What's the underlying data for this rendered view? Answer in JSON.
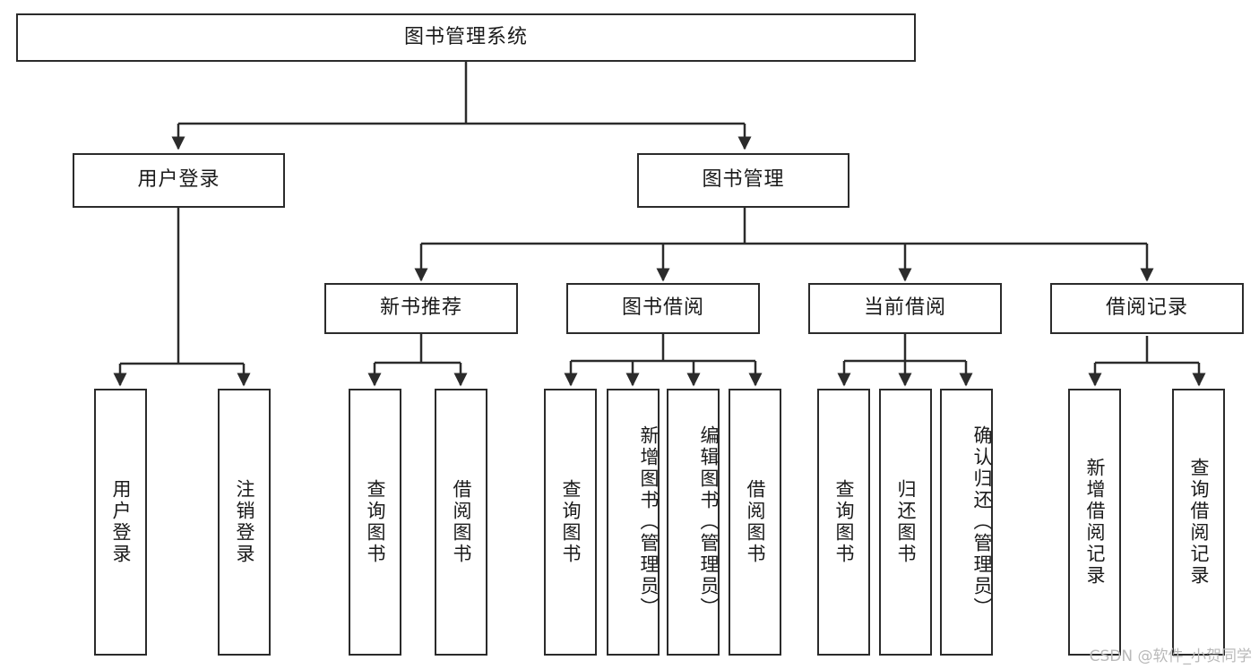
{
  "diagram": {
    "type": "tree",
    "title": "图书管理系统",
    "watermark": "CSDN @软件_小贺同学",
    "colors": {
      "stroke": "#2b2b2b",
      "fill": "#ffffff",
      "text": "#1a1a1a",
      "watermark": "#b9b9b9"
    },
    "nodes": {
      "root": {
        "label": "图书管理系统"
      },
      "level2": [
        {
          "id": "user-login",
          "label": "用户登录"
        },
        {
          "id": "book-manage",
          "label": "图书管理"
        }
      ],
      "level3": [
        {
          "id": "new-book-rec",
          "label": "新书推荐"
        },
        {
          "id": "book-borrow",
          "label": "图书借阅"
        },
        {
          "id": "current-borrow",
          "label": "当前借阅"
        },
        {
          "id": "borrow-record",
          "label": "借阅记录"
        }
      ],
      "leaves": [
        {
          "id": "leaf-user-login",
          "label": "用户登录",
          "parent": "user-login"
        },
        {
          "id": "leaf-logout",
          "label": "注销登录",
          "parent": "user-login"
        },
        {
          "id": "leaf-query-book-1",
          "label": "查询图书",
          "parent": "new-book-rec"
        },
        {
          "id": "leaf-borrow-book-1",
          "label": "借阅图书",
          "parent": "new-book-rec"
        },
        {
          "id": "leaf-query-book-2",
          "label": "查询图书",
          "parent": "book-borrow"
        },
        {
          "id": "leaf-add-book",
          "label": "新增图书（管理员）",
          "parent": "book-borrow"
        },
        {
          "id": "leaf-edit-book",
          "label": "编辑图书（管理员）",
          "parent": "book-borrow"
        },
        {
          "id": "leaf-borrow-book-2",
          "label": "借阅图书",
          "parent": "book-borrow"
        },
        {
          "id": "leaf-query-book-3",
          "label": "查询图书",
          "parent": "current-borrow"
        },
        {
          "id": "leaf-return-book",
          "label": "归还图书",
          "parent": "current-borrow"
        },
        {
          "id": "leaf-confirm-return",
          "label": "确认归还（管理员）",
          "parent": "current-borrow"
        },
        {
          "id": "leaf-add-record",
          "label": "新增借阅记录",
          "parent": "borrow-record"
        },
        {
          "id": "leaf-query-record",
          "label": "查询借阅记录",
          "parent": "borrow-record"
        }
      ]
    }
  }
}
